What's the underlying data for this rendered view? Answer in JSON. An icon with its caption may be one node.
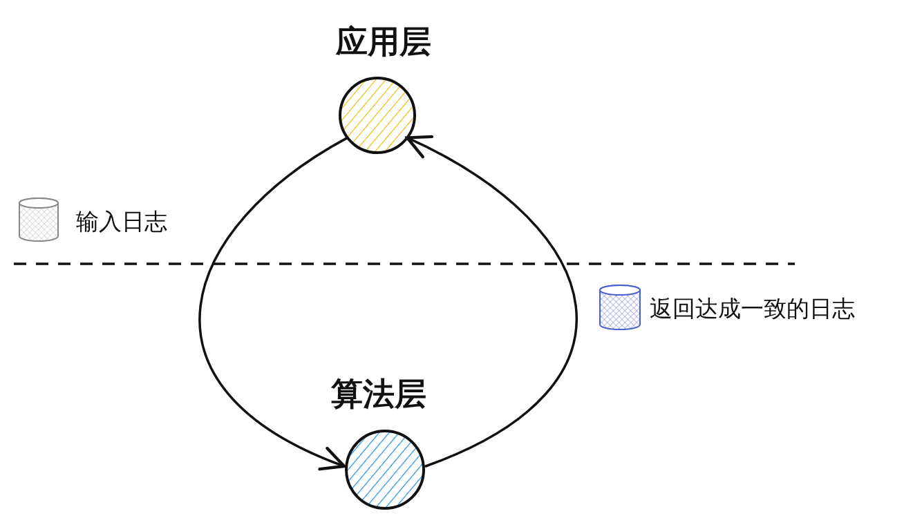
{
  "diagram": {
    "nodes": [
      {
        "text": [
          "应用层"
        ]
      },
      {
        "text": [
          "算法层"
        ]
      },
      {
        "text": [],
        "shape": "cylinder",
        "beside": [
          "输入日志"
        ]
      },
      {
        "text": [],
        "shape": "cylinder",
        "beside": [
          "返回达成一致的日志"
        ]
      }
    ],
    "edges": [
      {
        "from": 0,
        "to": 1,
        "arrow": "to"
      },
      {
        "from": 1,
        "to": 0,
        "arrow": "to"
      }
    ]
  }
}
